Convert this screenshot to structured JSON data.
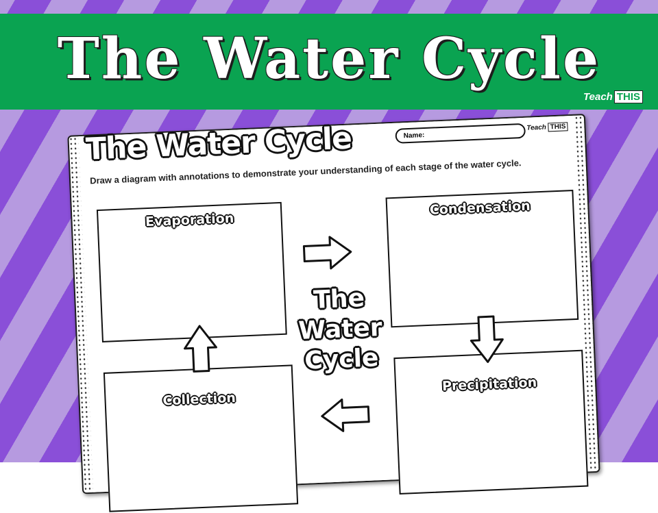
{
  "banner": {
    "title": "The Water Cycle",
    "brand_prefix": "Teach",
    "brand_suffix": "THIS"
  },
  "worksheet": {
    "title": "The Water Cycle",
    "name_label": "Name:",
    "brand_prefix": "Teach",
    "brand_suffix": "THIS",
    "instructions": "Draw a diagram with annotations to demonstrate your understanding of each stage of the water cycle.",
    "center_title_lines": [
      "The",
      "Water",
      "Cycle"
    ],
    "stages": {
      "evaporation": "Evaporation",
      "condensation": "Condensation",
      "precipitation": "Precipitation",
      "collection": "Collection"
    },
    "arrows": [
      "arrow-right-icon",
      "arrow-down-icon",
      "arrow-left-icon",
      "arrow-up-icon"
    ]
  },
  "colors": {
    "banner_green": "#0aa351",
    "stripe_dark": "#8a4fd8",
    "stripe_light": "#b69ae0"
  }
}
